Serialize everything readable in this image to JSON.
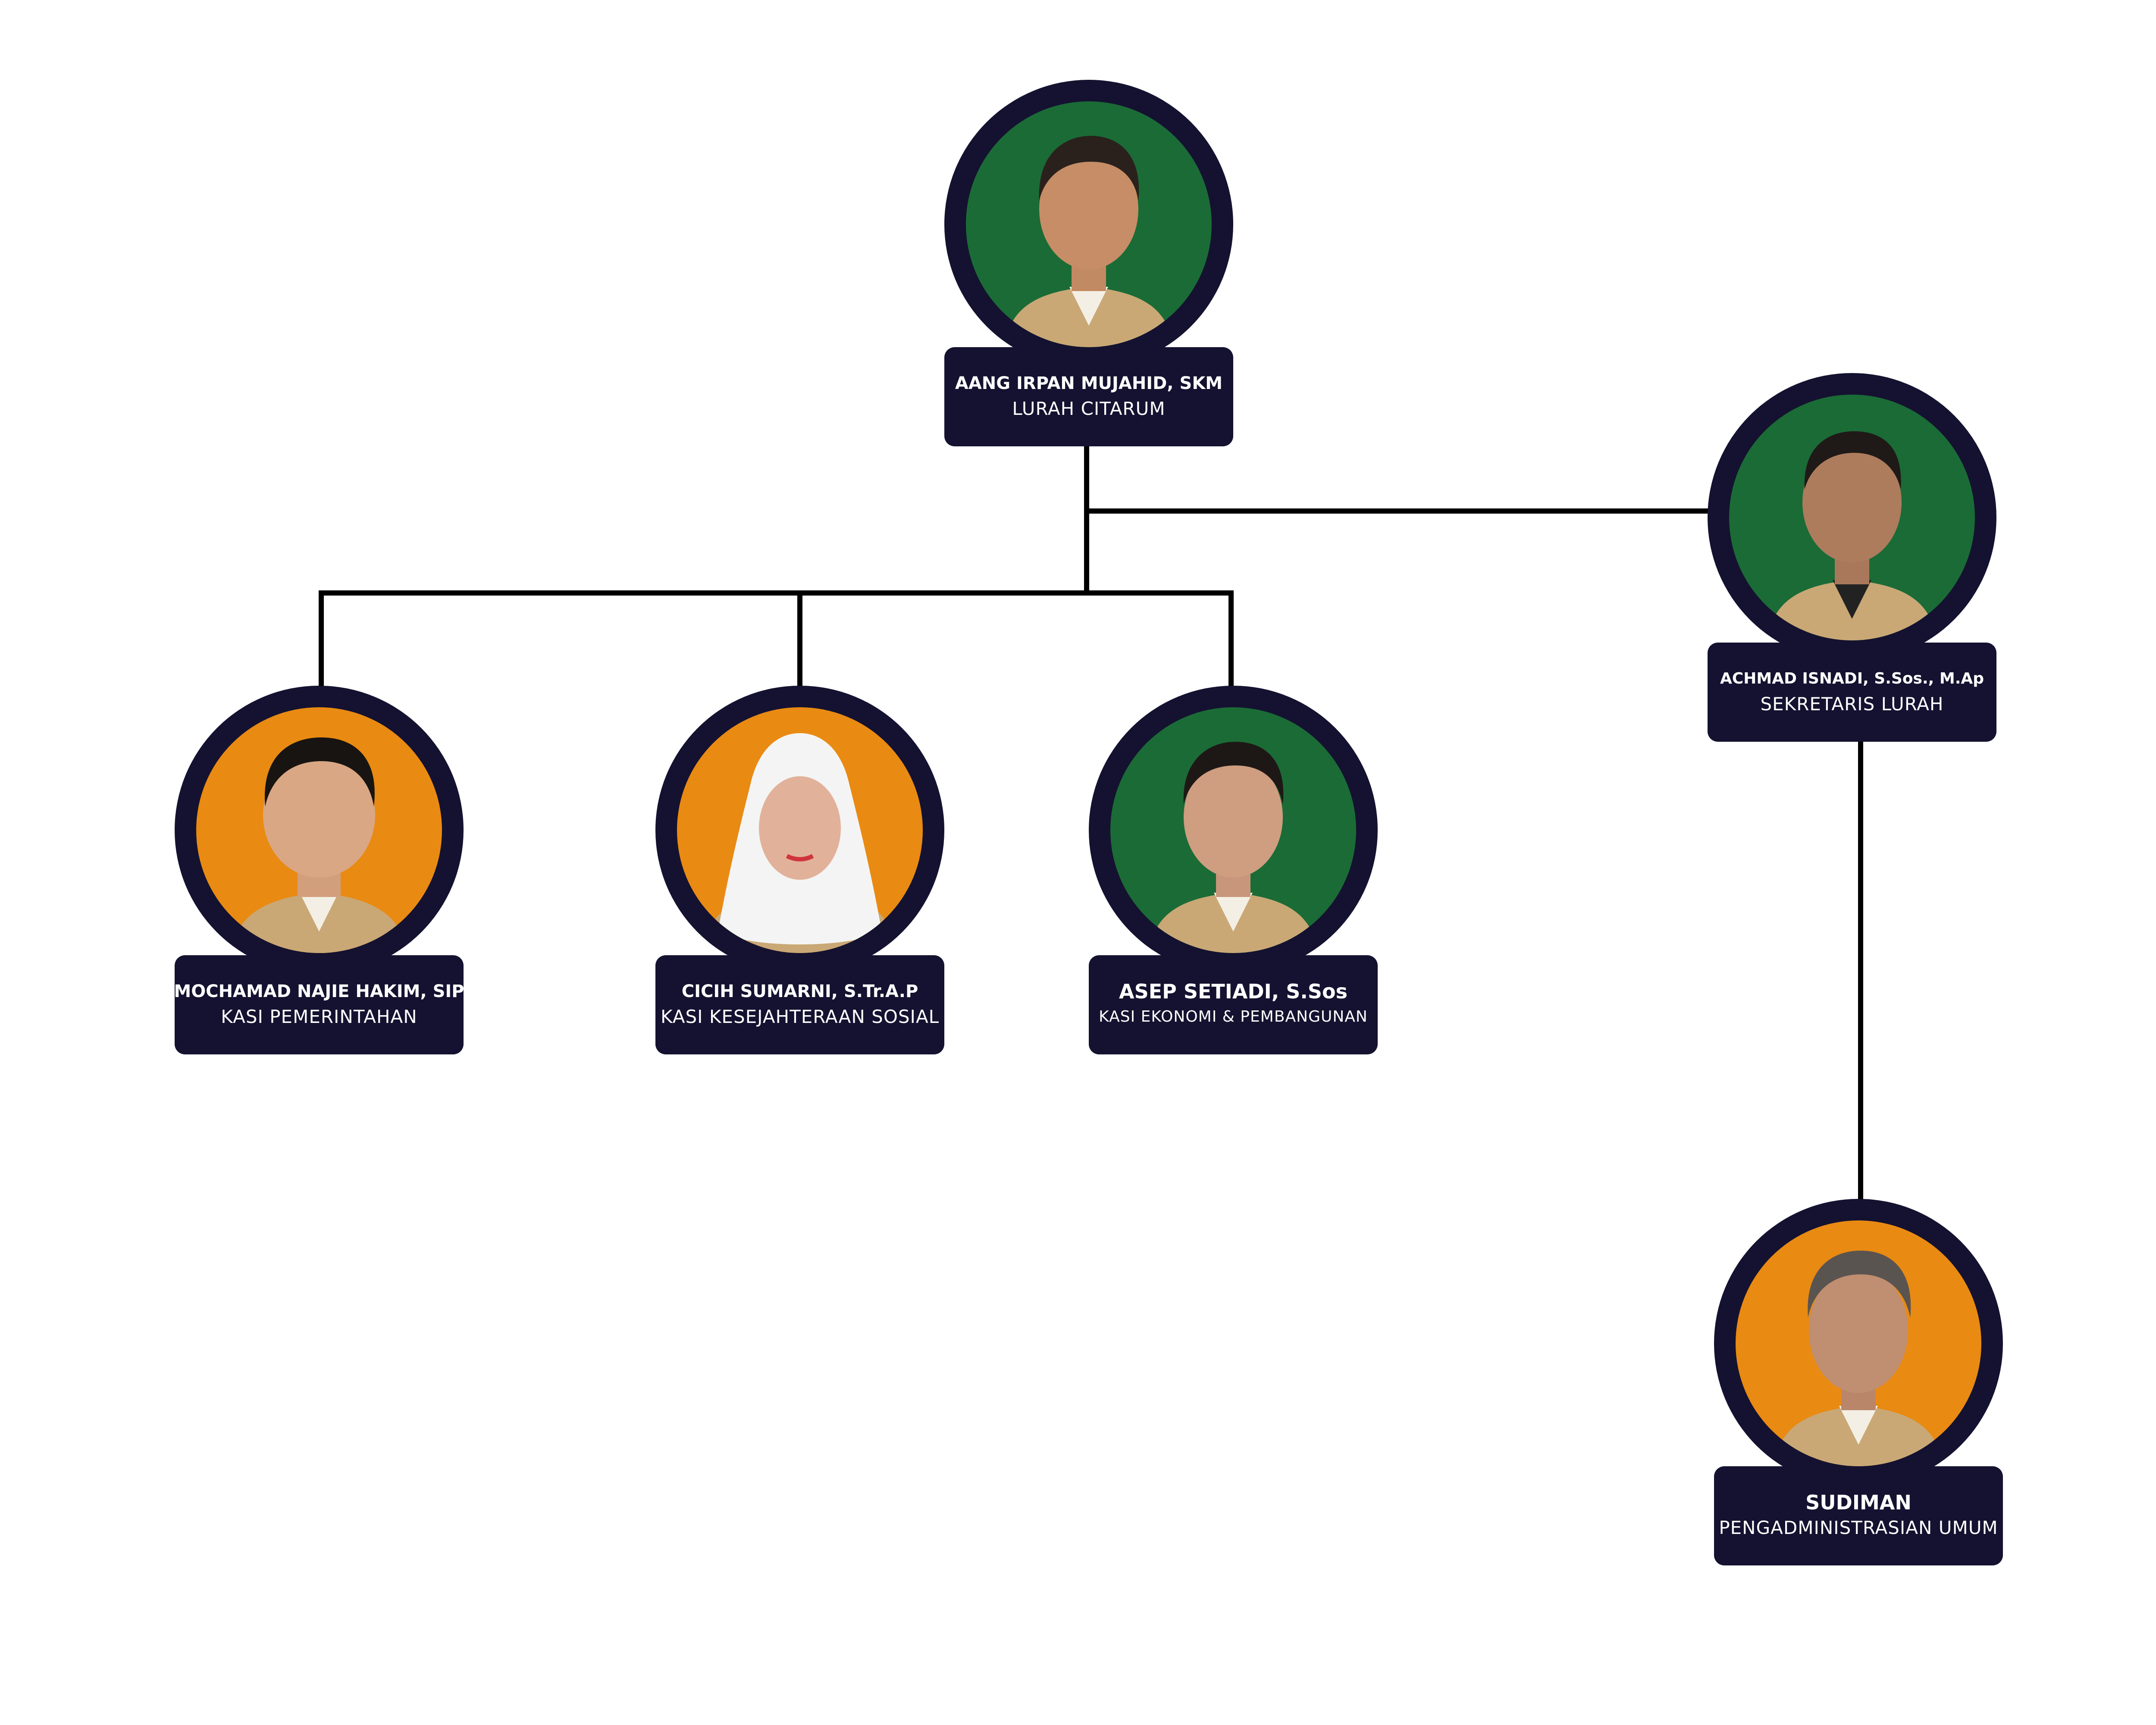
{
  "colors": {
    "node_dark": "#141230",
    "bg_green": "#1b6b36",
    "bg_orange": "#e98a12",
    "connector": "#000000",
    "text": "#ffffff"
  },
  "nodes": {
    "lurah": {
      "name": "AANG IRPAN MUJAHID, SKM",
      "role": "LURAH CITARUM",
      "photo_bg": "green"
    },
    "sekretaris": {
      "name": "ACHMAD ISNADI, S.Sos., M.Ap",
      "role": "SEKRETARIS LURAH",
      "photo_bg": "green"
    },
    "kasi_pemerintahan": {
      "name": "MOCHAMAD NAJIE HAKIM, SIP",
      "role": "KASI PEMERINTAHAN",
      "photo_bg": "orange"
    },
    "kasi_kesejahteraan": {
      "name": "CICIH SUMARNI, S.Tr.A.P",
      "role": "KASI KESEJAHTERAAN SOSIAL",
      "photo_bg": "orange"
    },
    "kasi_ekonomi": {
      "name": "ASEP SETIADI, S.Sos",
      "role": "KASI EKONOMI & PEMBANGUNAN",
      "photo_bg": "green"
    },
    "pengadministrasian": {
      "name": "SUDIMAN",
      "role": "PENGADMINISTRASIAN UMUM",
      "photo_bg": "orange"
    }
  }
}
